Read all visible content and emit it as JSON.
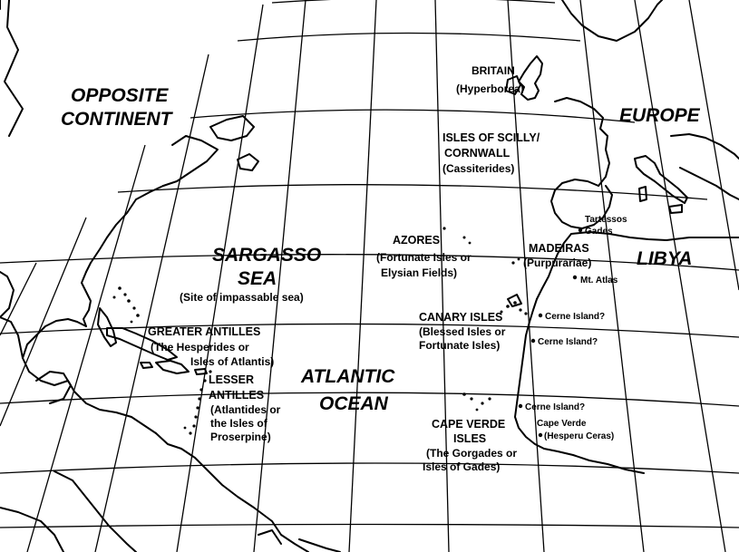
{
  "regions": {
    "opposite_continent": [
      "OPPOSITE",
      "CONTINENT"
    ],
    "europe": "EUROPE",
    "libya": "LIBYA",
    "sargasso": [
      "SARGASSO",
      "SEA"
    ],
    "atlantic": [
      "ATLANTIC",
      "OCEAN"
    ]
  },
  "places": {
    "britain": [
      "BRITAIN",
      "(Hyperborea)"
    ],
    "scilly": [
      "ISLES OF SCILLY/",
      "CORNWALL",
      "(Cassiterides)"
    ],
    "azores": [
      "AZORES",
      "(Fortunate Isles or",
      "Elysian Fields)"
    ],
    "madeiras": [
      "MADEIRAS",
      "(Purpurariae)"
    ],
    "tartessos": [
      "Tartessos",
      "Gades"
    ],
    "mt_atlas": "Mt. Atlas",
    "impassable": "(Site of impassable sea)",
    "greater_antilles": [
      "GREATER ANTILLES",
      "(The Hesperides or",
      "Isles of Atlantis)"
    ],
    "lesser_antilles": [
      "LESSER",
      "ANTILLES",
      "(Atlantides or",
      "the Isles of",
      "Proserpine)"
    ],
    "canary": [
      "CANARY ISLES",
      "(Blessed Isles or",
      "Fortunate Isles)"
    ],
    "cerne1": "Cerne Island?",
    "cerne2": "Cerne Island?",
    "cerne3": "Cerne Island?",
    "cape_verde_coast": [
      "Cape Verde",
      "(Hesperu Ceras)"
    ],
    "cape_verde_isles": [
      "CAPE VERDE",
      "ISLES",
      "(The Gorgades or",
      "Isles of Gades)"
    ]
  },
  "colors": {
    "ink": "#000000",
    "paper": "#ffffff"
  }
}
